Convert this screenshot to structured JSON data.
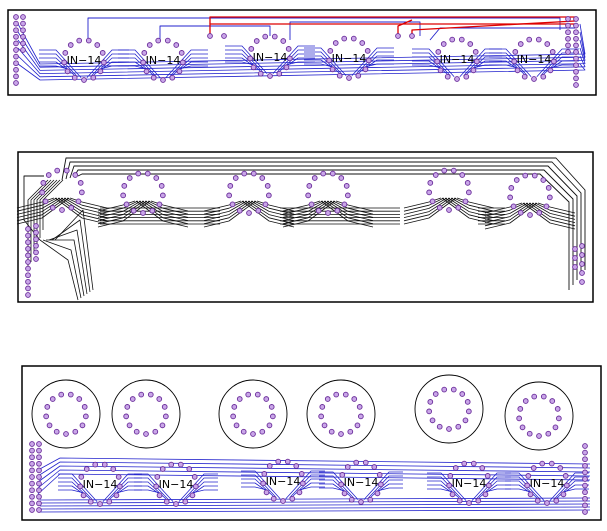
{
  "colors": {
    "board_outline": "#000000",
    "trace_bottom": "#2222cc",
    "trace_top": "#dd0000",
    "trace_black": "#111111",
    "pad_fill": "#c9a6e8",
    "pad_stroke": "#6a2d9a",
    "background": "#ffffff"
  },
  "boards": [
    {
      "name": "top-board-blue-red",
      "tube_labels": [
        "IN−14",
        "IN−14",
        "IN−14",
        "IN−14",
        "IN−14",
        "IN−14"
      ]
    },
    {
      "name": "middle-board-black",
      "tube_labels": []
    },
    {
      "name": "bottom-board-with-rings",
      "tube_labels": [
        "IN−14",
        "IN−14",
        "IN−14",
        "IN−14",
        "IN−14",
        "IN−14"
      ]
    }
  ]
}
